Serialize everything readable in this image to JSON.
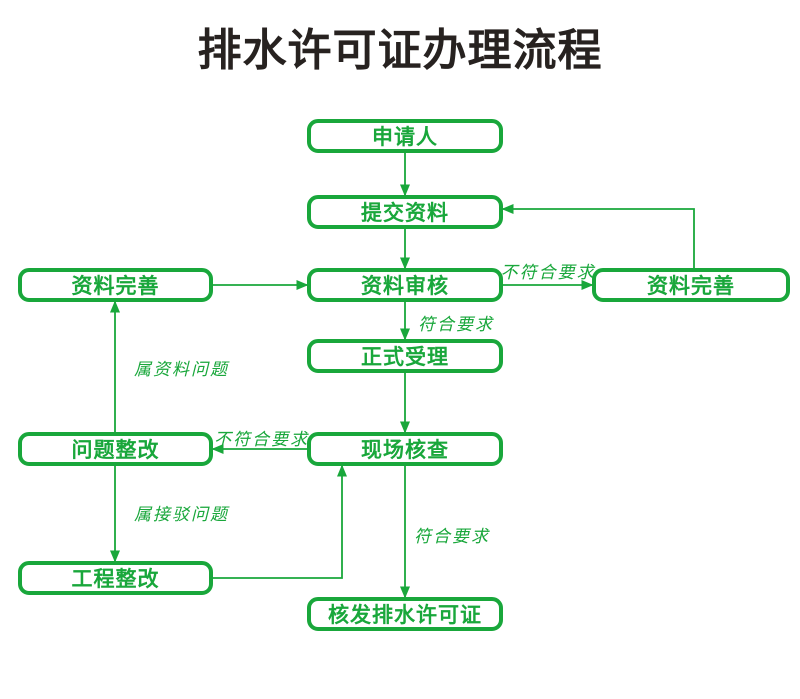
{
  "title": "排水许可证办理流程",
  "colors": {
    "accent_green": "#19a73b",
    "title_black": "#272220",
    "background": "#ffffff"
  },
  "nodes": {
    "applicant": {
      "label": "申请人"
    },
    "submit_materials": {
      "label": "提交资料"
    },
    "improve_materials_left": {
      "label": "资料完善"
    },
    "review_materials": {
      "label": "资料审核"
    },
    "improve_materials_right": {
      "label": "资料完善"
    },
    "formal_acceptance": {
      "label": "正式受理"
    },
    "issue_rectification": {
      "label": "问题整改"
    },
    "site_inspection": {
      "label": "现场核查"
    },
    "project_rectification": {
      "label": "工程整改"
    },
    "issue_permit": {
      "label": "核发排水许可证"
    }
  },
  "edge_labels": {
    "review_fail": "不符合要求",
    "review_pass": "符合要求",
    "material_issue": "属资料问题",
    "inspection_fail": "不符合要求",
    "connection_issue": "属接驳问题",
    "inspection_pass": "符合要求"
  }
}
